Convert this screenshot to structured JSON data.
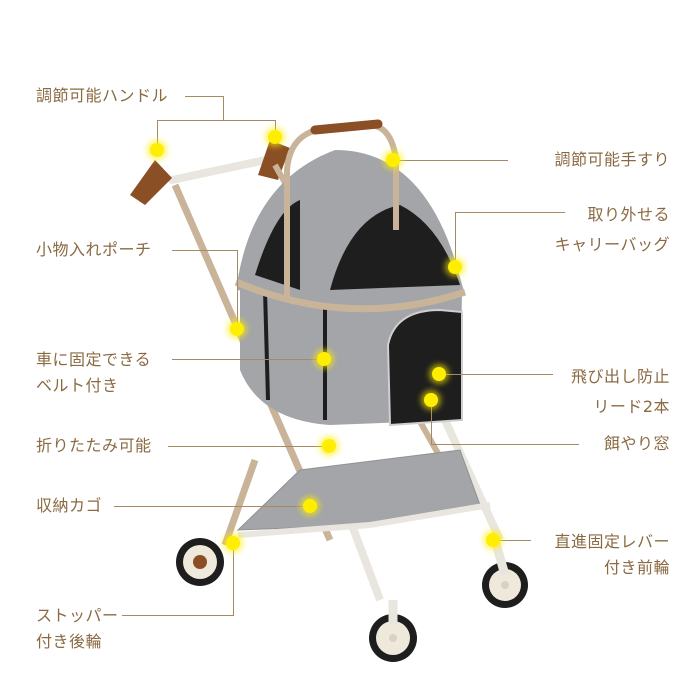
{
  "product": {
    "name": "pet-stroller",
    "colors": {
      "label_text": "#8a6a42",
      "leader_line": "#a88a62",
      "hotspot": "#ffee00",
      "fabric_gray": "#a3a5a8",
      "mesh_black": "#1e1e1e",
      "frame_gold": "#c9b49a",
      "frame_white": "#e9e6df",
      "handle_brown": "#8a4f25"
    }
  },
  "callouts": [
    {
      "id": "adjustable-handle",
      "lines": [
        "調節可能ハンドル"
      ]
    },
    {
      "id": "adjustable-armrest",
      "lines": [
        "調節可能手すり"
      ]
    },
    {
      "id": "removable-carrier",
      "lines": [
        "取り外せる",
        "キャリーバッグ"
      ]
    },
    {
      "id": "accessory-pouch",
      "lines": [
        "小物入れポーチ"
      ]
    },
    {
      "id": "car-seat-belt",
      "lines": [
        "車に固定できる",
        "ベルト付き"
      ]
    },
    {
      "id": "anti-escape-leash",
      "lines": [
        "飛び出し防止",
        "リード2本"
      ]
    },
    {
      "id": "foldable",
      "lines": [
        "折りたたみ可能"
      ]
    },
    {
      "id": "feeding-window",
      "lines": [
        "餌やり窓"
      ]
    },
    {
      "id": "storage-basket",
      "lines": [
        "収納カゴ"
      ]
    },
    {
      "id": "front-wheel-lock",
      "lines": [
        "直進固定レバー",
        "付き前輪"
      ]
    },
    {
      "id": "rear-wheel-brake",
      "lines": [
        "ストッパー",
        "付き後輪"
      ]
    }
  ]
}
